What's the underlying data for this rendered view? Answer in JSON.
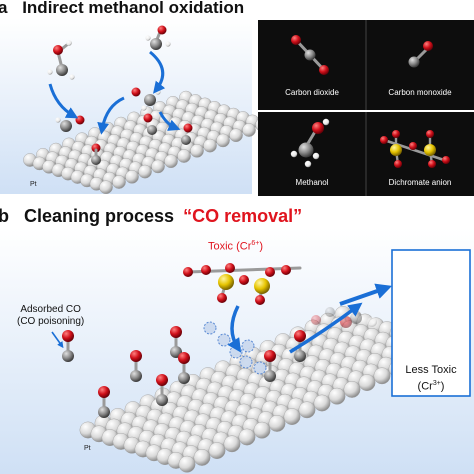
{
  "panel_a": {
    "letter": "a",
    "title": "Indirect methanol oxidation",
    "pt_label": "Pt",
    "legend": {
      "carbon_dioxide": "Carbon dioxide",
      "carbon_monoxide": "Carbon monoxide",
      "methanol": "Methanol",
      "dichromate_anion": "Dichromate anion"
    }
  },
  "panel_b": {
    "letter": "b",
    "title_plain": "Cleaning  process",
    "title_highlight": "“CO removal”",
    "toxic_label": "Toxic (Cr",
    "toxic_sup": "6+",
    "toxic_close": ")",
    "adsorbed_line1": "Adsorbed CO",
    "adsorbed_line2": "(CO poisoning)",
    "pt_label": "Pt",
    "less_toxic_line1": "Less Toxic",
    "less_toxic_line2": "(Cr",
    "less_toxic_sup": "3+",
    "less_toxic_close": ")"
  },
  "colors": {
    "oxygen": "#d0101a",
    "carbon": "#8c8c8c",
    "chromium": "#e6c400",
    "hydrogen": "#f2f2f2",
    "arrow_blue": "#1a6fd6",
    "highlight_red": "#e0141e",
    "panel_dark": "#0d0d0d"
  }
}
